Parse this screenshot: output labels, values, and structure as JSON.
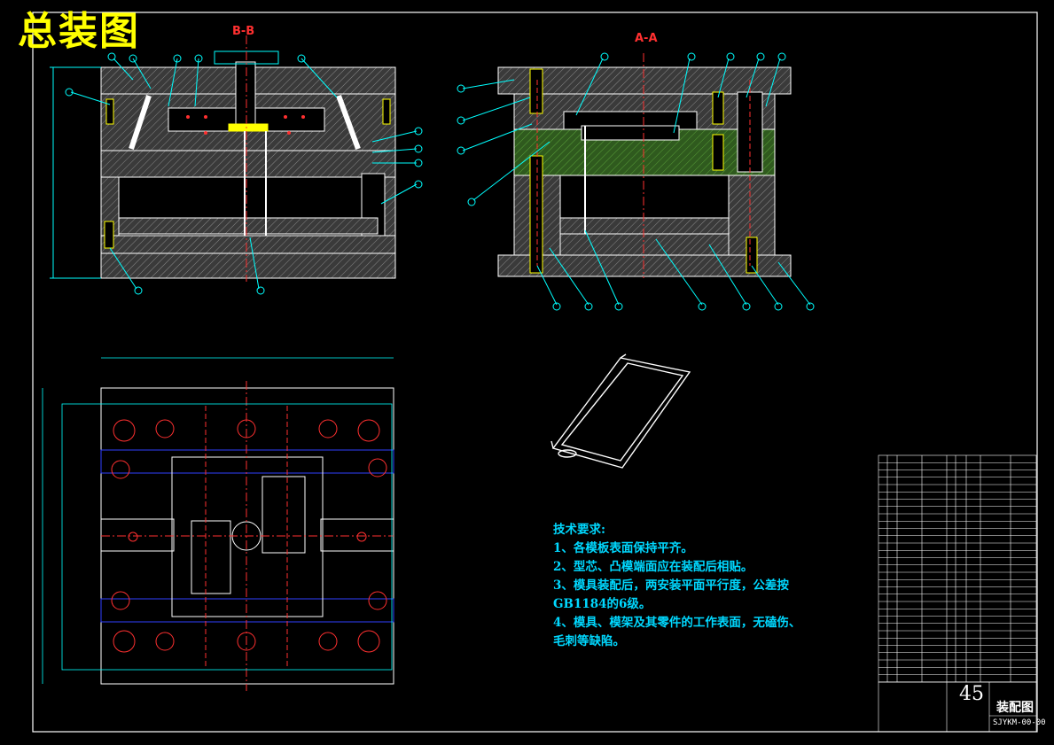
{
  "drawing": {
    "title": "总装图",
    "section_bb": "B-B",
    "section_aa": "A-A"
  },
  "tech_requirements": {
    "heading": "技术要求:",
    "items": [
      "1、各模板表面保持平齐。",
      "2、型芯、凸模端面应在装配后相贴。",
      "3、模具装配后，两安装平面平行度，公差按",
      "GB1184的6级。",
      "4、模具、模架及其零件的工作表面，无磕伤、",
      "毛刺等缺陷。"
    ]
  },
  "title_block": {
    "number": "45",
    "name": "装配图",
    "code": "SJYKM-00-00"
  },
  "colors": {
    "outline": "#ffffff",
    "hatch": "#c8c8c8",
    "dimension": "#00ffff",
    "center": "#ff3030",
    "blue": "#3040ff",
    "green": "#00ff00",
    "yellow": "#ffff00"
  }
}
